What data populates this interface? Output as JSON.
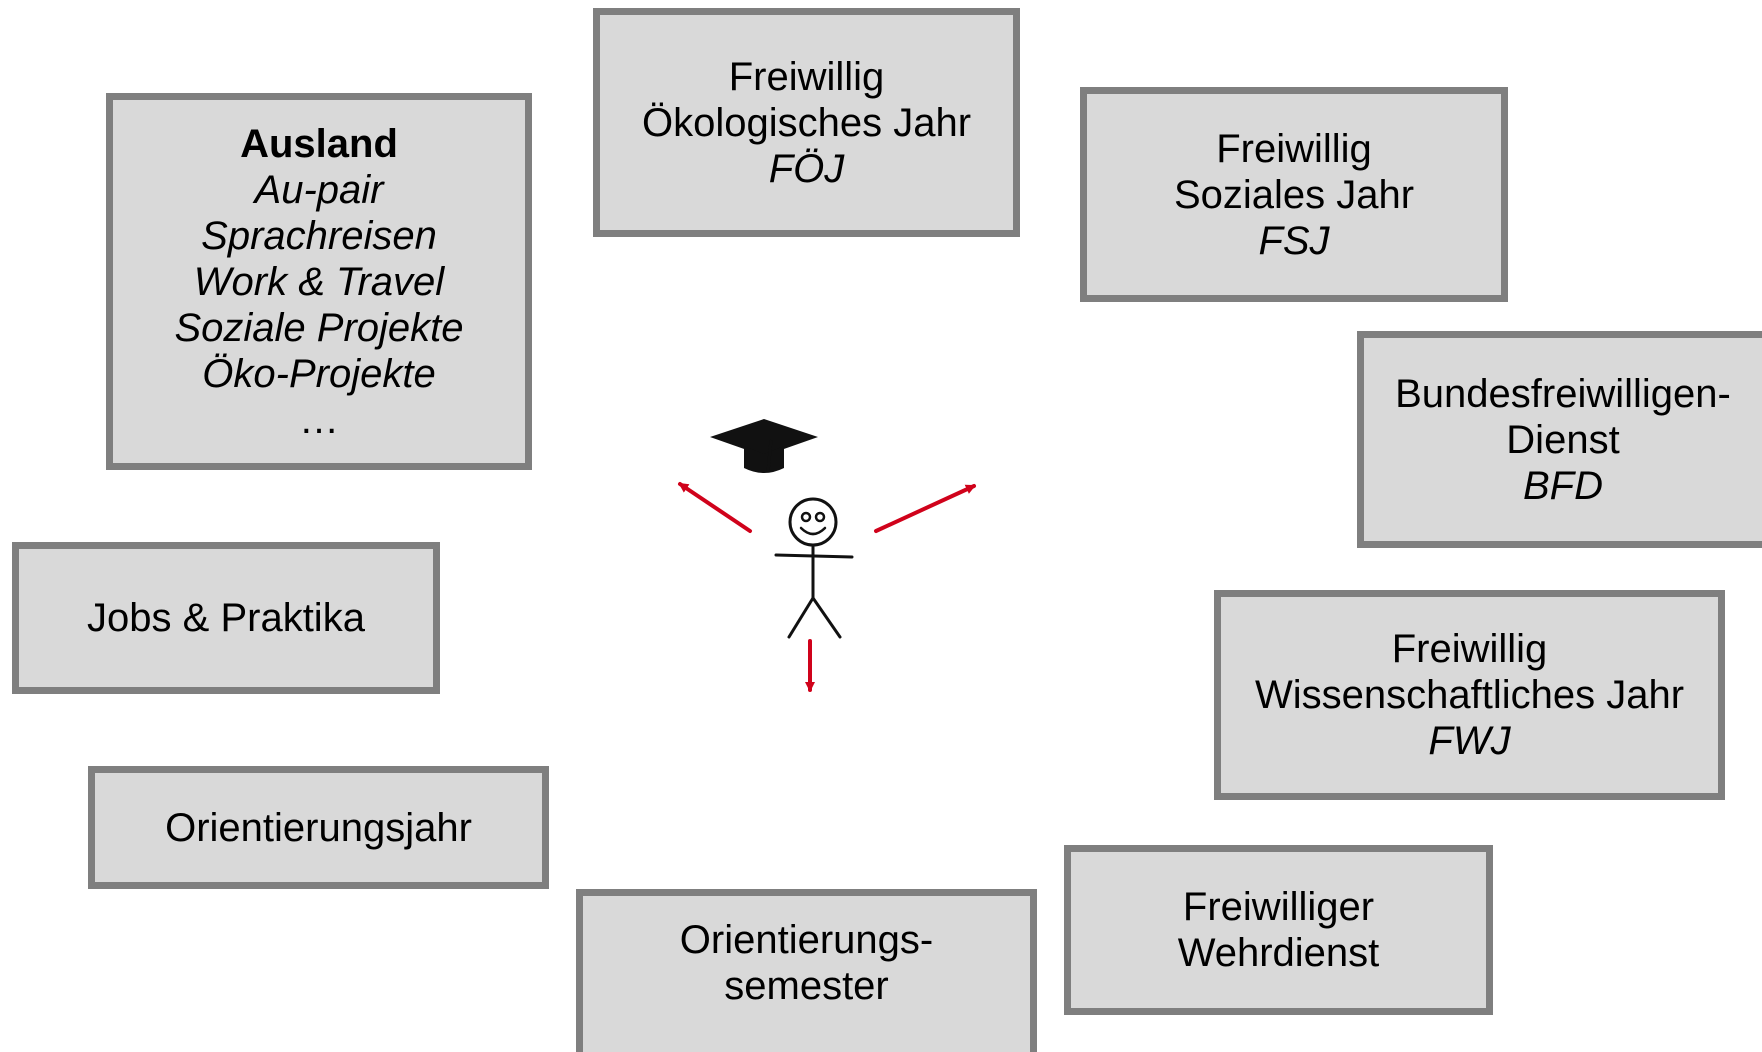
{
  "colors": {
    "box_fill": "#d9d9d9",
    "box_border": "#7f7f7f",
    "arrow": "#d0021b"
  },
  "icons": {
    "cap": "graduation-cap-icon",
    "figure": "stick-figure-icon"
  },
  "boxes": {
    "ausland": {
      "title": "Ausland",
      "items": [
        "Au-pair",
        "Sprachreisen",
        "Work & Travel",
        "Soziale Projekte",
        "Öko-Projekte",
        "…"
      ]
    },
    "foej": {
      "line1": "Freiwillig",
      "line2": "Ökologisches Jahr",
      "abbr": "FÖJ"
    },
    "fsj": {
      "line1": "Freiwillig",
      "line2": "Soziales Jahr",
      "abbr": "FSJ"
    },
    "bfd": {
      "line1": "Bundesfreiwilligen-",
      "line2": "Dienst",
      "abbr": "BFD"
    },
    "fwj": {
      "line1": "Freiwillig",
      "line2": "Wissenschaftliches Jahr",
      "abbr": "FWJ"
    },
    "jobs": {
      "label": "Jobs & Praktika"
    },
    "orientierungsjahr": {
      "label": "Orientierungsjahr"
    },
    "orientierungssemester": {
      "line1": "Orientierungs-",
      "line2": "semester"
    },
    "wehrdienst": {
      "line1": "Freiwilliger",
      "line2": "Wehrdienst"
    }
  }
}
